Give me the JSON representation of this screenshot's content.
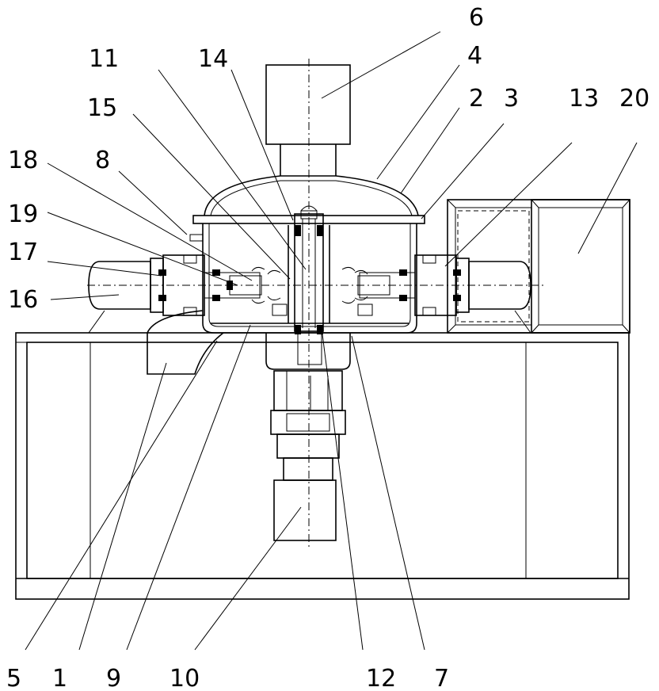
{
  "labels": {
    "l1": "1",
    "l2": "2",
    "l3": "3",
    "l4": "4",
    "l5": "5",
    "l6": "6",
    "l7": "7",
    "l8": "8",
    "l9": "9",
    "l10": "10",
    "l11": "11",
    "l12": "12",
    "l13": "13",
    "l14": "14",
    "l15": "15",
    "l16": "16",
    "l17": "17",
    "l18": "18",
    "l19": "19",
    "l20": "20"
  }
}
